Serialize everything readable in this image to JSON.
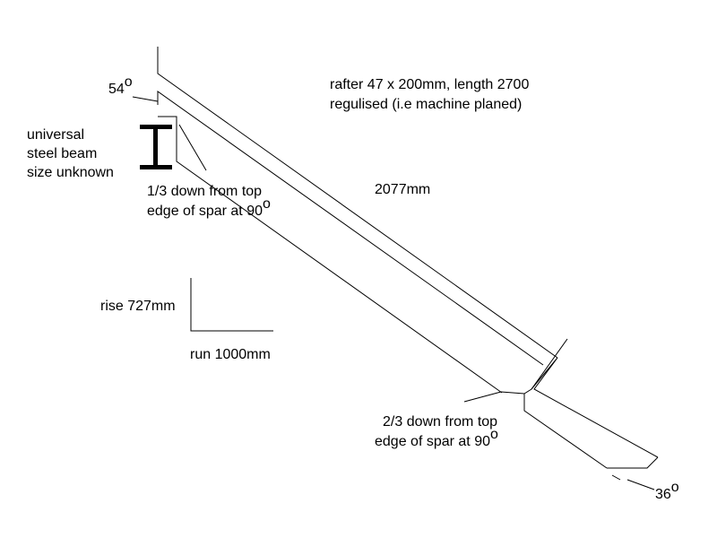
{
  "labels": {
    "angle_top": "54",
    "angle_bottom": "36",
    "degree_mark": "o",
    "rafter_line1": "rafter 47 x 200mm, length 2700",
    "rafter_line2": "regulised (i.e machine planed)",
    "beam_line1": "universal",
    "beam_line2": "steel beam",
    "beam_line3": "size unknown",
    "top_notch_line1": "1/3 down from top",
    "top_notch_line2": "edge of spar at 90",
    "length": "2077mm",
    "rise": "rise 727mm",
    "run": "run 1000mm",
    "bottom_notch_line1": "2/3 down from top",
    "bottom_notch_line2": "edge of spar at 90"
  },
  "colors": {
    "line": "#000000",
    "background": "#ffffff"
  }
}
